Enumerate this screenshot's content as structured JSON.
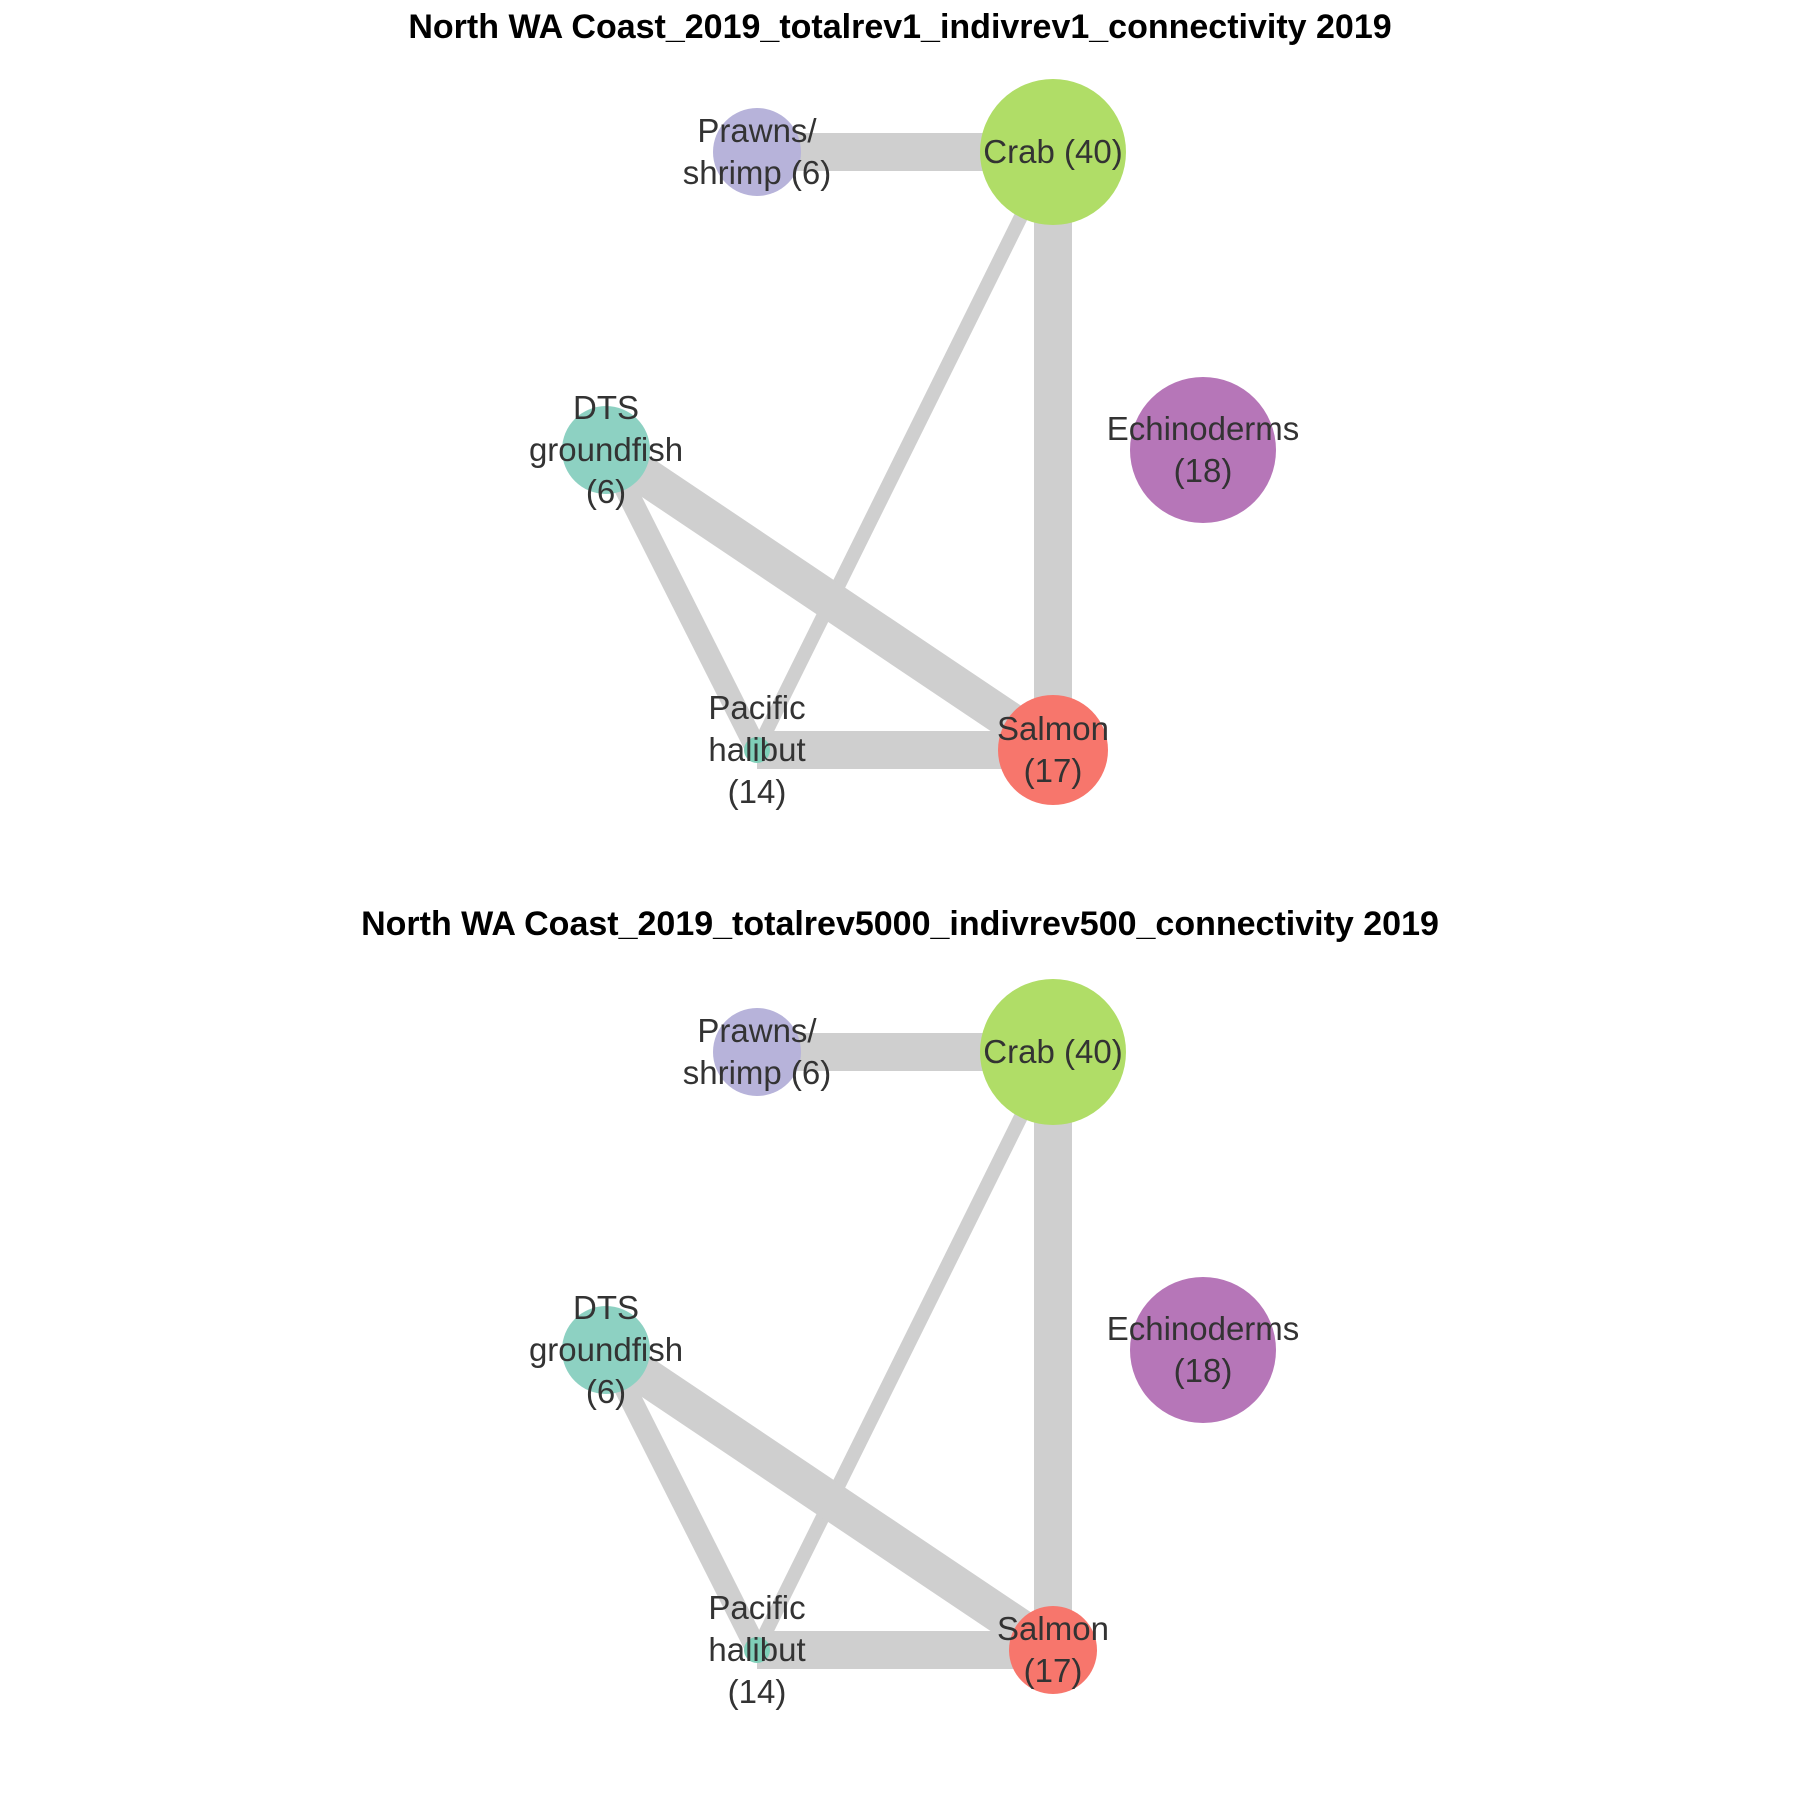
{
  "panels": [
    {
      "title": "North WA Coast_2019_totalrev1_indivrev1_connectivity 2019",
      "nodes": [
        {
          "id": "prawns",
          "label_lines": [
            "Prawns/",
            "shrimp (6)"
          ],
          "color": "#b7b3da",
          "size": "small"
        },
        {
          "id": "crab",
          "label_lines": [
            "Crab (40)"
          ],
          "color": "#b0dd67",
          "size": "large"
        },
        {
          "id": "dts",
          "label_lines": [
            "DTS",
            "groundfish",
            "(6)"
          ],
          "color": "#8dd1c2",
          "size": "small"
        },
        {
          "id": "echinoderms",
          "label_lines": [
            "Echinoderms",
            "(18)"
          ],
          "color": "#b676b8",
          "size": "large"
        },
        {
          "id": "halibut",
          "label_lines": [
            "Pacific",
            "halibut",
            "(14)"
          ],
          "color": "#7fcfb8",
          "size": "tiny"
        },
        {
          "id": "salmon",
          "label_lines": [
            "Salmon",
            "(17)"
          ],
          "color": "#f7766c",
          "size": "medium"
        }
      ],
      "edges": [
        {
          "source": "prawns",
          "target": "crab",
          "weight": "heavy"
        },
        {
          "source": "crab",
          "target": "salmon",
          "weight": "heavy"
        },
        {
          "source": "crab",
          "target": "halibut",
          "weight": "light"
        },
        {
          "source": "dts",
          "target": "salmon",
          "weight": "heavy"
        },
        {
          "source": "dts",
          "target": "halibut",
          "weight": "medium"
        },
        {
          "source": "halibut",
          "target": "salmon",
          "weight": "heavy"
        }
      ]
    },
    {
      "title": "North WA Coast_2019_totalrev5000_indivrev500_connectivity 2019",
      "nodes": [
        {
          "id": "prawns",
          "label_lines": [
            "Prawns/",
            "shrimp (6)"
          ],
          "color": "#b7b3da",
          "size": "small"
        },
        {
          "id": "crab",
          "label_lines": [
            "Crab (40)"
          ],
          "color": "#b0dd67",
          "size": "large"
        },
        {
          "id": "dts",
          "label_lines": [
            "DTS",
            "groundfish",
            "(6)"
          ],
          "color": "#8dd1c2",
          "size": "small"
        },
        {
          "id": "echinoderms",
          "label_lines": [
            "Echinoderms",
            "(18)"
          ],
          "color": "#b676b8",
          "size": "large"
        },
        {
          "id": "halibut",
          "label_lines": [
            "Pacific",
            "halibut",
            "(14)"
          ],
          "color": "#7fcfb8",
          "size": "tiny"
        },
        {
          "id": "salmon",
          "label_lines": [
            "Salmon",
            "(17)"
          ],
          "color": "#f7766c",
          "size": "small"
        }
      ],
      "edges": [
        {
          "source": "prawns",
          "target": "crab",
          "weight": "heavy"
        },
        {
          "source": "crab",
          "target": "salmon",
          "weight": "heavy"
        },
        {
          "source": "crab",
          "target": "halibut",
          "weight": "light"
        },
        {
          "source": "dts",
          "target": "salmon",
          "weight": "heavy"
        },
        {
          "source": "dts",
          "target": "halibut",
          "weight": "medium"
        },
        {
          "source": "halibut",
          "target": "salmon",
          "weight": "heavy"
        }
      ]
    }
  ]
}
